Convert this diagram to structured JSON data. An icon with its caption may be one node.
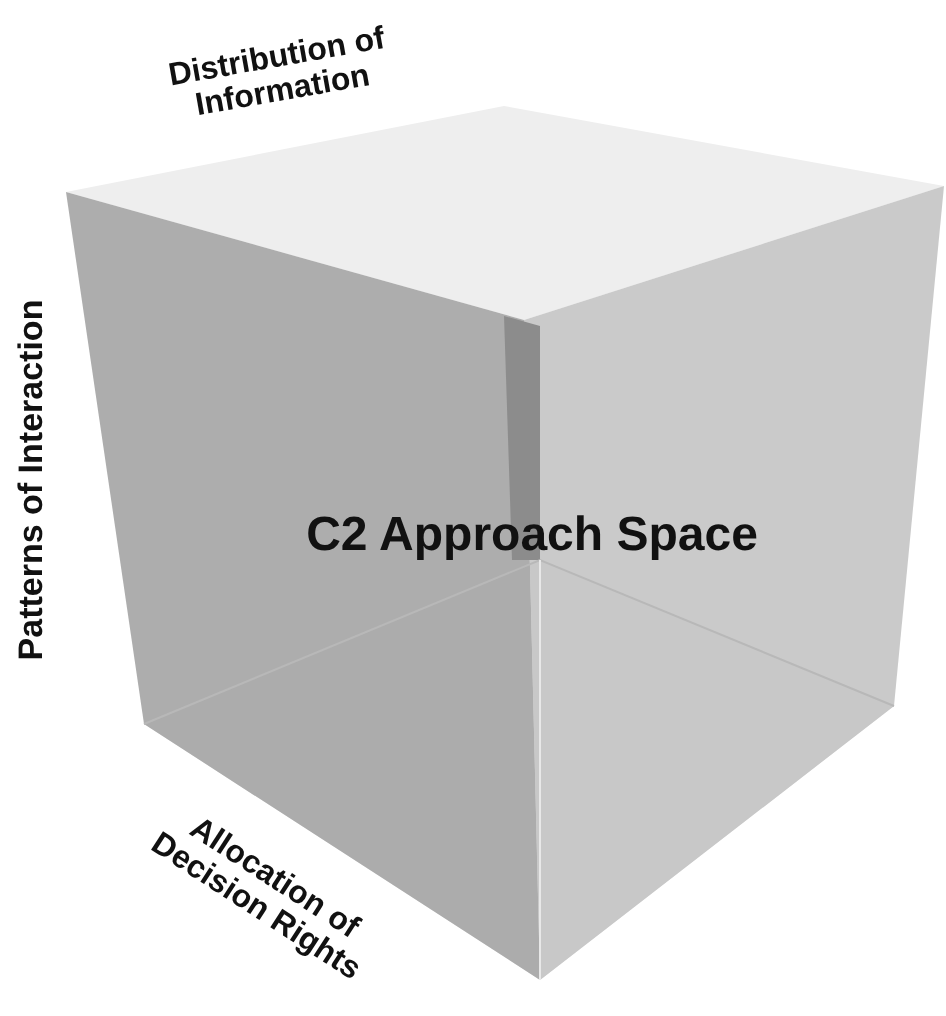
{
  "diagram": {
    "nodes": [
      {
        "text": [
          "C2 Approach Space"
        ]
      }
    ],
    "labels": [
      "Distribution of Information",
      "Patterns of Interaction",
      "Allocation of Decision Rights"
    ]
  }
}
